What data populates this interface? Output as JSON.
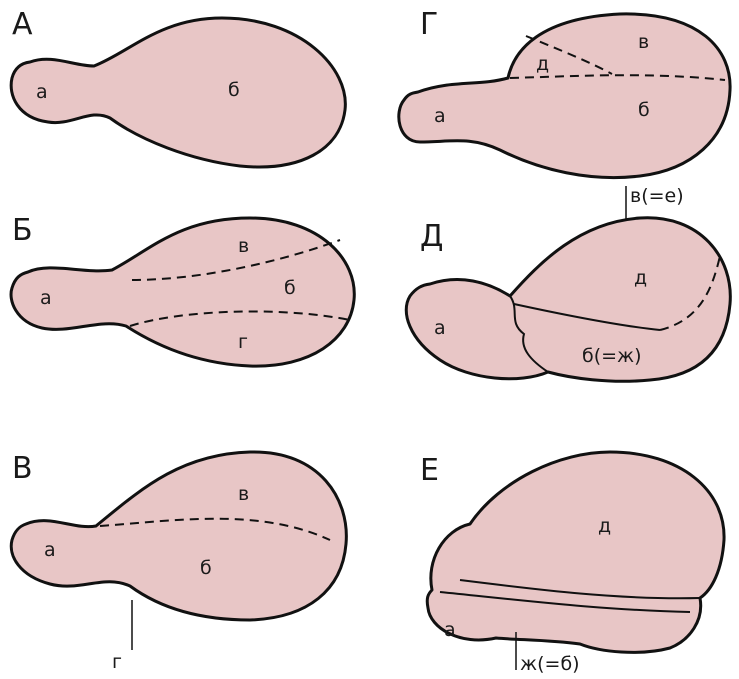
{
  "panels": {
    "A": {
      "letter": "А",
      "a": "а",
      "b": "б"
    },
    "B": {
      "letter": "Б",
      "a": "а",
      "b": "б",
      "v": "в",
      "g": "г"
    },
    "V": {
      "letter": "В",
      "a": "а",
      "b": "б",
      "v": "в",
      "g": "г"
    },
    "G": {
      "letter": "Г",
      "a": "а",
      "b": "б",
      "v": "в",
      "d": "д"
    },
    "D": {
      "letter": "Д",
      "a": "а",
      "d": "д",
      "v": "в(=е)",
      "b": "б(=ж)"
    },
    "E": {
      "letter": "Е",
      "a": "а",
      "d": "д",
      "zh": "ж(=б)"
    }
  },
  "colors": {
    "fill": "#e8c6c6",
    "stroke": "#111111"
  }
}
